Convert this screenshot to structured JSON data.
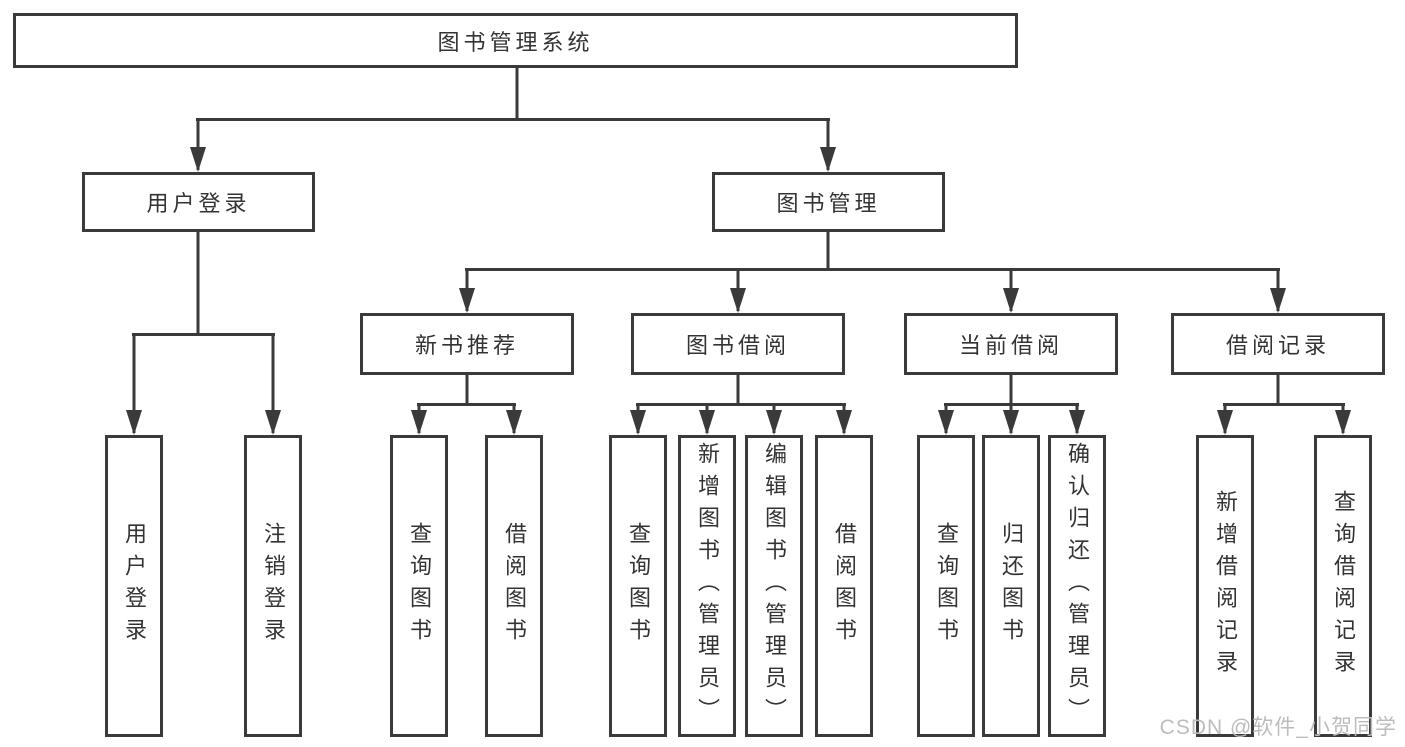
{
  "tree": {
    "label": "图书管理系统",
    "children": [
      {
        "label": "用户登录",
        "children": [
          {
            "label": "用户登录"
          },
          {
            "label": "注销登录"
          }
        ]
      },
      {
        "label": "图书管理",
        "children": [
          {
            "label": "新书推荐",
            "children": [
              {
                "label": "查询图书"
              },
              {
                "label": "借阅图书"
              }
            ]
          },
          {
            "label": "图书借阅",
            "children": [
              {
                "label": "查询图书"
              },
              {
                "label": "新增图书（管理员）"
              },
              {
                "label": "编辑图书（管理员）"
              },
              {
                "label": "借阅图书"
              }
            ]
          },
          {
            "label": "当前借阅",
            "children": [
              {
                "label": "查询图书"
              },
              {
                "label": "归还图书"
              },
              {
                "label": "确认归还（管理员）"
              }
            ]
          },
          {
            "label": "借阅记录",
            "children": [
              {
                "label": "新增借阅记录"
              },
              {
                "label": "查询借阅记录"
              }
            ]
          }
        ]
      }
    ]
  },
  "watermark": {
    "text": "CSDN @软件_小贺同学"
  },
  "colors": {
    "line": "#3a3a3a",
    "text": "#333333",
    "background": "#ffffff",
    "watermark": "#bcbcbc"
  }
}
